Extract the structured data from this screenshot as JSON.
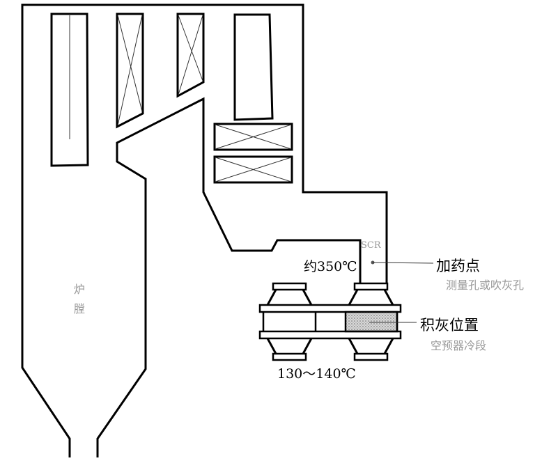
{
  "labels": {
    "furnace": [
      "炉",
      "膛"
    ],
    "scr": "SCR",
    "temp_inlet": "约350℃",
    "dosing_point": "加药点",
    "dosing_point_sub": "测量孔或吹灰孔",
    "ash_location": "积灰位置",
    "ash_location_sub": "空预器冷段",
    "temp_outlet": "130～140℃"
  },
  "colors": {
    "line": "#000000",
    "sublabel": "#999999",
    "ash_fill": "#b0b0b0"
  }
}
